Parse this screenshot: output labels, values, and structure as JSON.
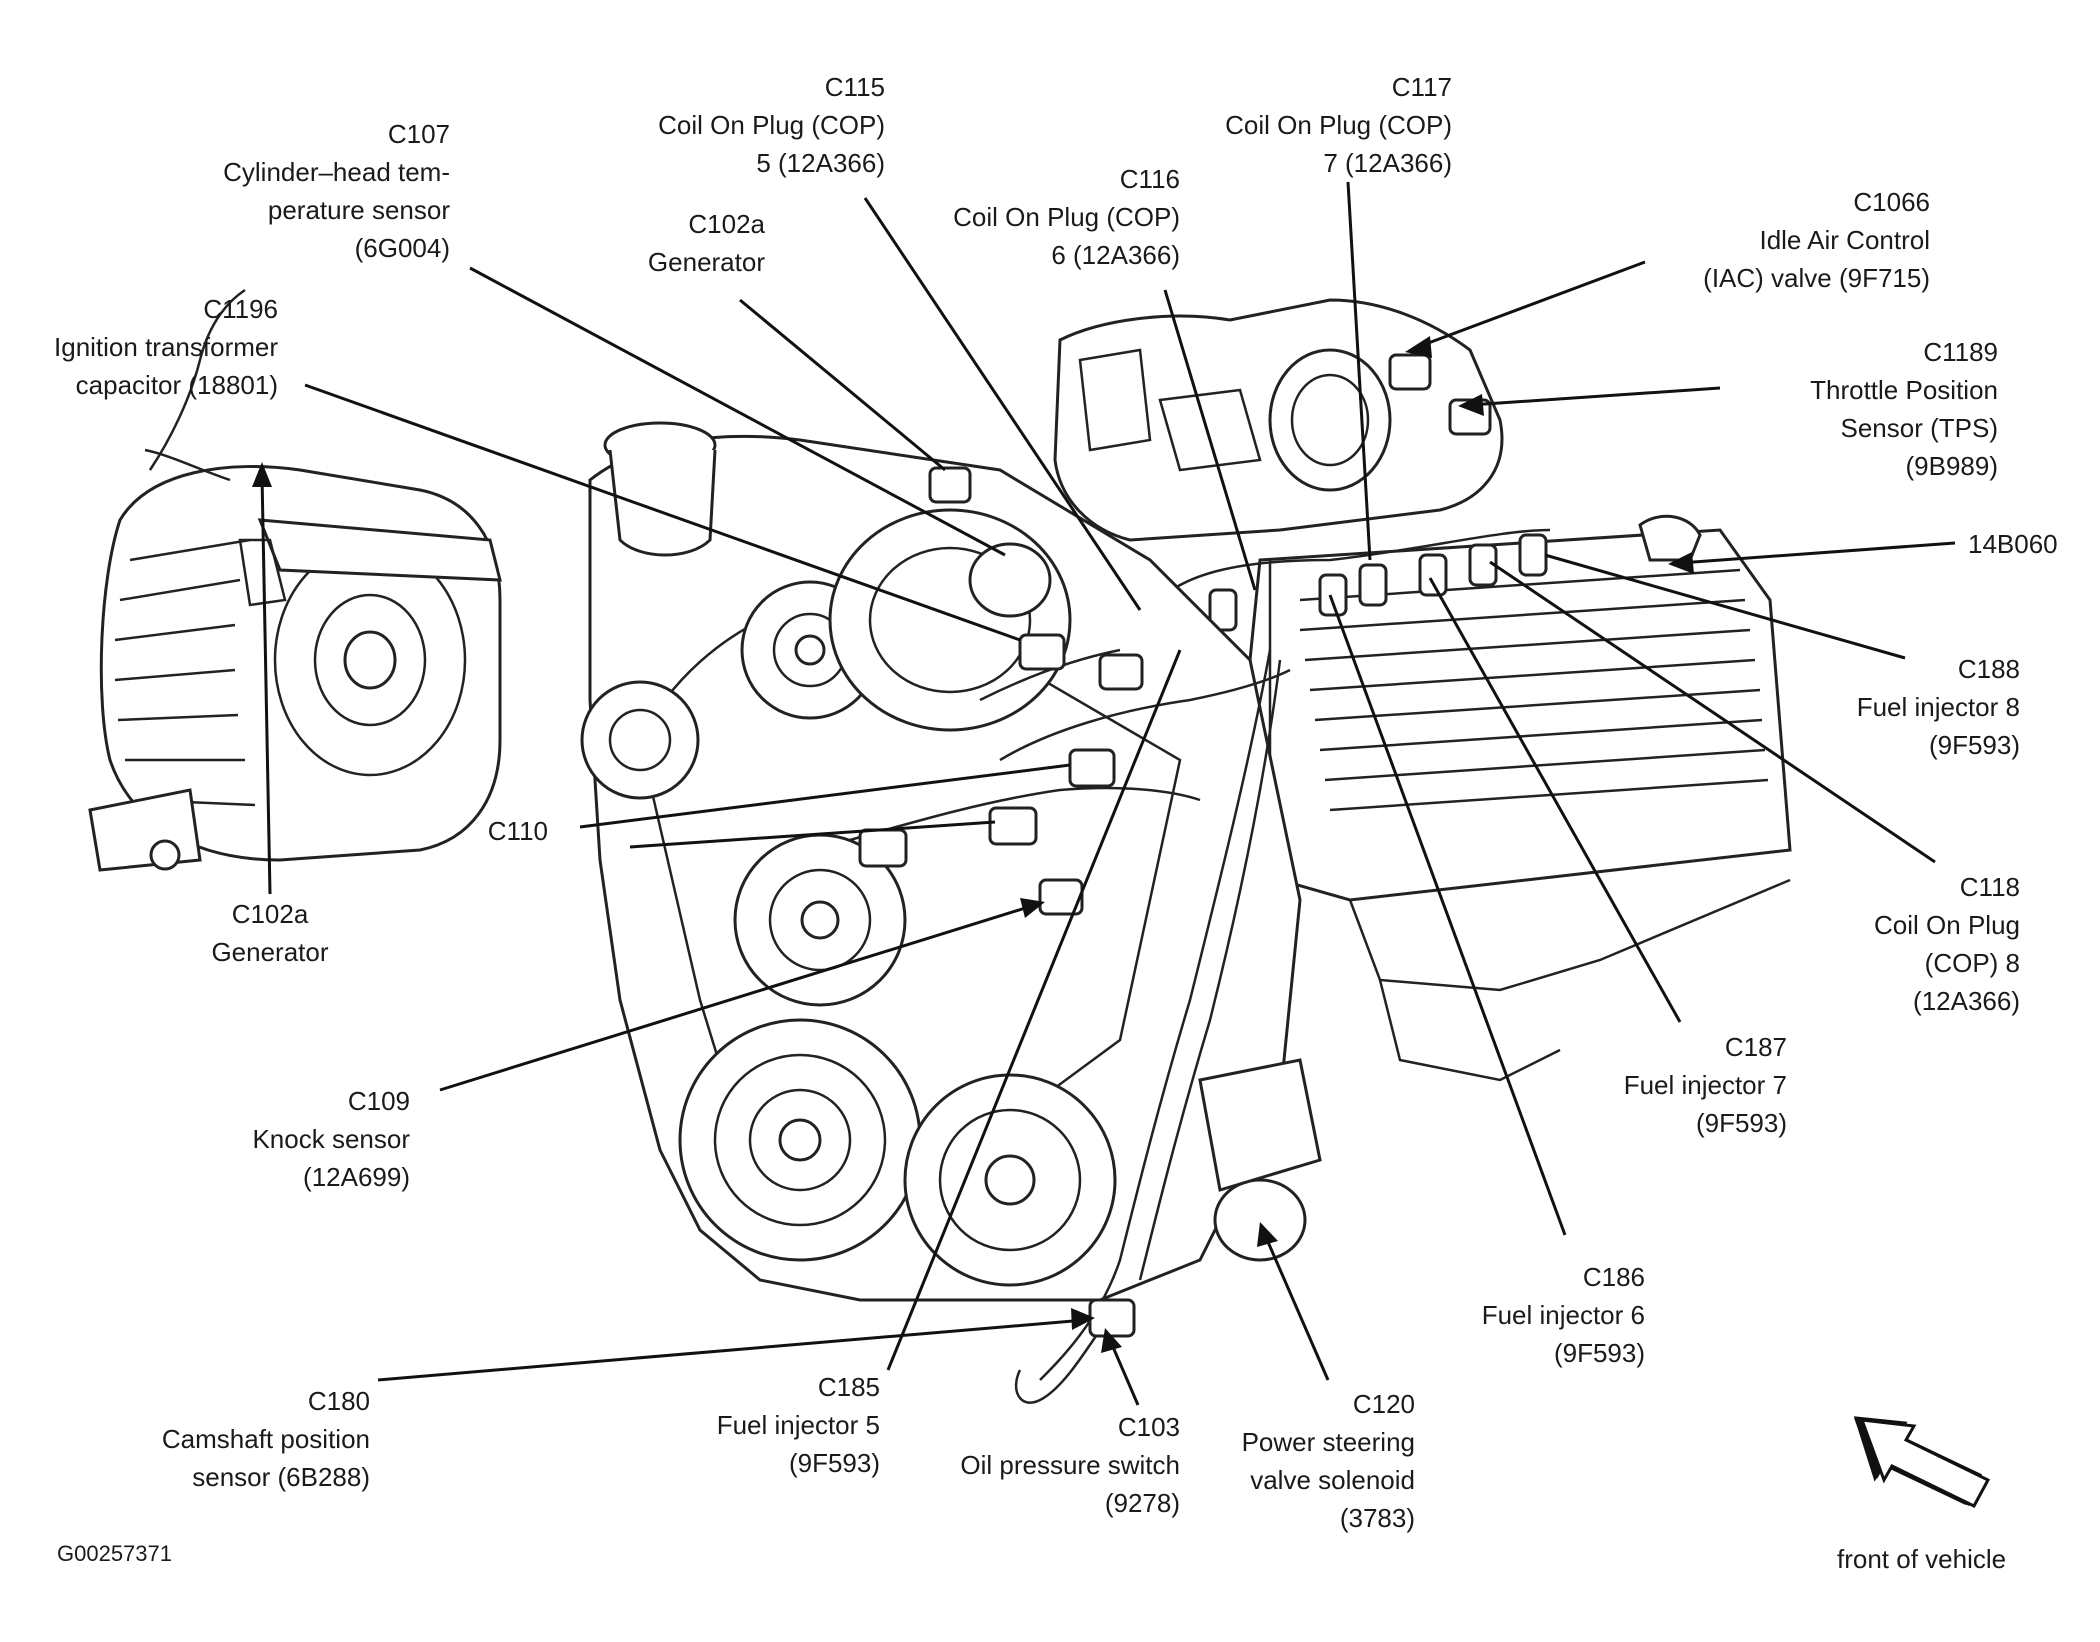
{
  "figure_id": "G00257371",
  "front_label": "front of vehicle",
  "callouts": {
    "c107": [
      "C107",
      "Cylinder–head tem-",
      "perature sensor",
      "(6G004)"
    ],
    "c115": [
      "C115",
      "Coil On Plug (COP)",
      "5 (12A366)"
    ],
    "c102a_top": [
      "C102a",
      "Generator"
    ],
    "c116": [
      "C116",
      "Coil On Plug (COP)",
      "6 (12A366)"
    ],
    "c117": [
      "C117",
      "Coil On Plug (COP)",
      "7 (12A366)"
    ],
    "c1066": [
      "C1066",
      "Idle Air Control",
      "(IAC) valve (9F715)"
    ],
    "c1196": [
      "C1196",
      "Ignition transformer",
      "capacitor (18801)"
    ],
    "c1189": [
      "C1189",
      "Throttle Position",
      "Sensor (TPS)",
      "(9B989)"
    ],
    "c14b060": [
      "14B060"
    ],
    "c188": [
      "C188",
      "Fuel injector 8",
      "(9F593)"
    ],
    "c110": [
      "C110"
    ],
    "c118": [
      "C118",
      "Coil On Plug",
      "(COP) 8",
      "(12A366)"
    ],
    "c102a_left": [
      "C102a",
      "Generator"
    ],
    "c187": [
      "C187",
      "Fuel injector 7",
      "(9F593)"
    ],
    "c109": [
      "C109",
      "Knock sensor",
      "(12A699)"
    ],
    "c186": [
      "C186",
      "Fuel injector 6",
      "(9F593)"
    ],
    "c180": [
      "C180",
      "Camshaft position",
      "sensor (6B288)"
    ],
    "c185": [
      "C185",
      "Fuel injector 5",
      "(9F593)"
    ],
    "c103": [
      "C103",
      "Oil pressure switch",
      "(9278)"
    ],
    "c120": [
      "C120",
      "Power steering",
      "valve solenoid",
      "(3783)"
    ]
  }
}
